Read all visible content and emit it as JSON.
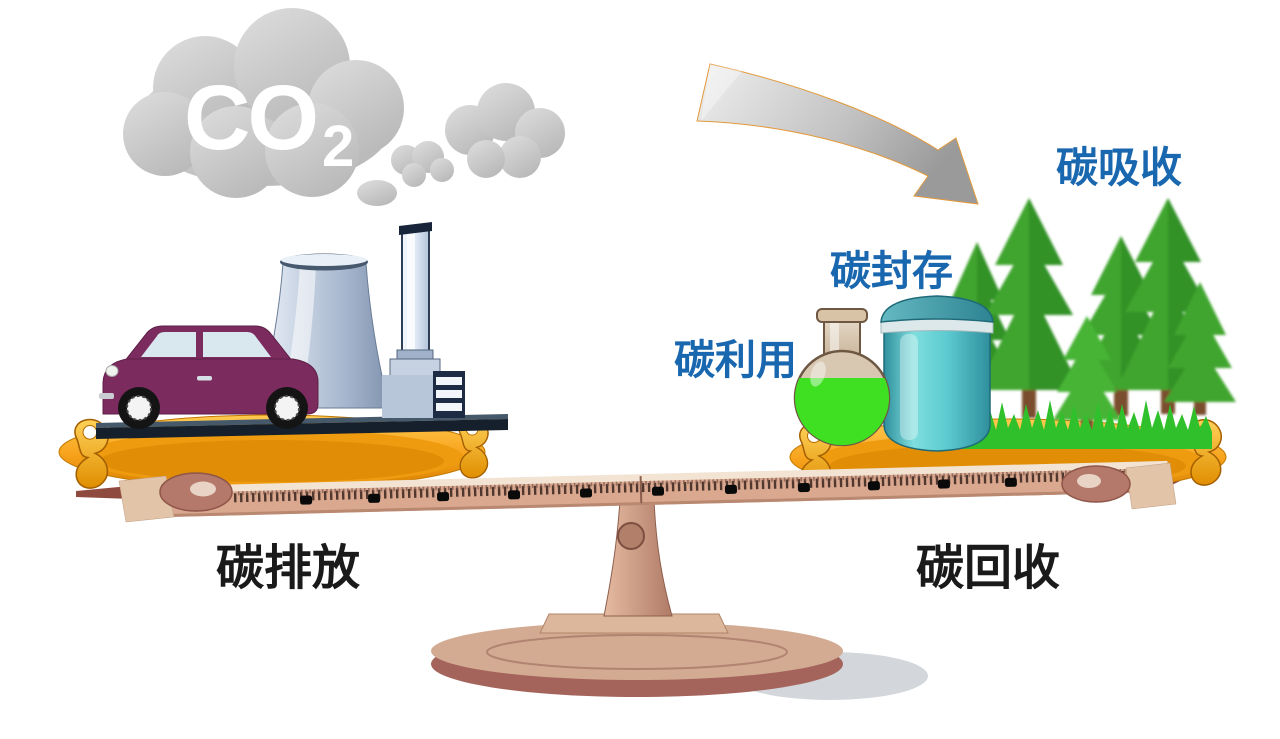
{
  "diagram": {
    "co2_cloud": {
      "main": "CO",
      "subscript": "2"
    },
    "labels": {
      "carbon_emission": "碳排放",
      "carbon_recovery": "碳回收",
      "carbon_utilization": "碳利用",
      "carbon_sequestration": "碳封存",
      "carbon_absorption": "碳吸收"
    },
    "objects": {
      "left_pan": [
        "car",
        "factory-cooling-tower",
        "factory-chimney"
      ],
      "right_pan": [
        "chemical-flask",
        "storage-tank",
        "pine-trees",
        "grass"
      ],
      "center": [
        "balance-beam",
        "fulcrum-column",
        "round-base"
      ]
    },
    "colors": {
      "label_blue": "#1867AF",
      "label_black": "#1A1A1A",
      "cloud_gray": "#C9C9C9",
      "arrow_gray": "#ABABAB",
      "arrow_outline_orange": "#E2993B",
      "pan_orange": "#F9A41C",
      "hook_gold": "#F2A324",
      "beam_tan": "#DAA78F",
      "car_purple": "#7C2B5F",
      "factory_blue": "#C3CFDF",
      "flask_liquid_green": "#3FE021",
      "tank_teal": "#55C8CE",
      "tree_green": "#3FA52F",
      "grass_green": "#2FC02B",
      "base_brown": "#A4645C"
    }
  }
}
